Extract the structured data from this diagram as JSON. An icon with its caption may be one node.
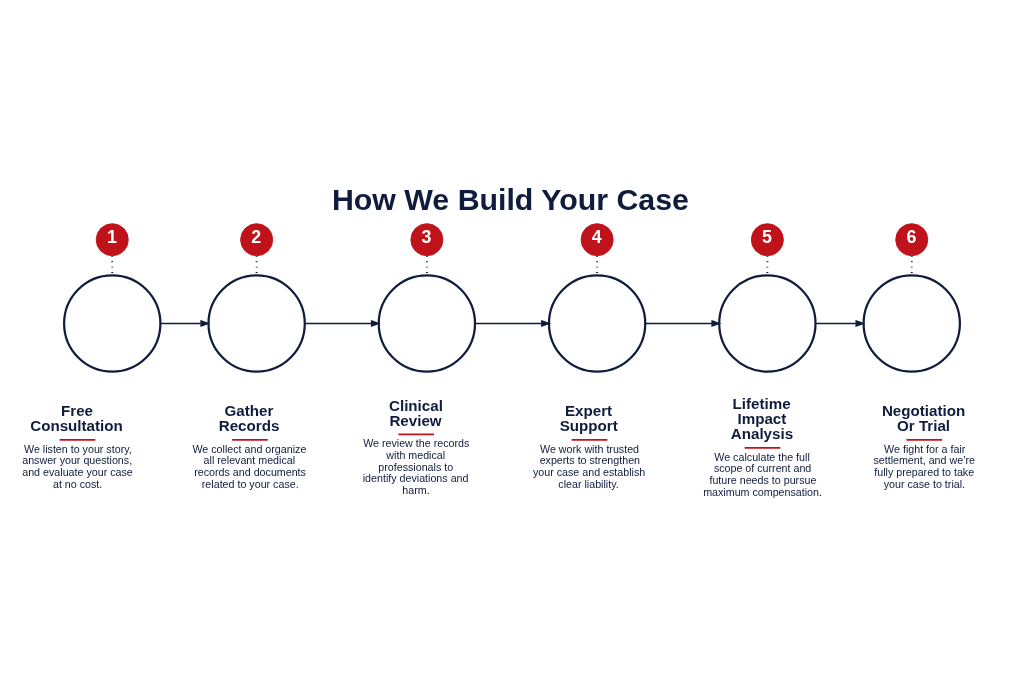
{
  "diagram": {
    "title": "How We Build Your Case",
    "nodes": [
      {
        "text": [
          "1"
        ]
      },
      {
        "text": [],
        "shape": "circle",
        "beside": [
          "Free Consultation",
          "We listen to your story, answer your questions, and evaluate your case at no cost."
        ]
      },
      {
        "text": [
          "2"
        ]
      },
      {
        "text": [],
        "shape": "circle",
        "beside": [
          "Gather Records",
          "We collect and organize all relevant medical records and documents related to your case."
        ]
      },
      {
        "text": [
          "3"
        ]
      },
      {
        "text": [],
        "shape": "circle",
        "beside": [
          "Clinical Review",
          "We review the records with medical professionals to identify deviations and harm."
        ]
      },
      {
        "text": [
          "4"
        ]
      },
      {
        "text": [],
        "shape": "circle",
        "beside": [
          "Expert Support",
          "We work with trusted experts to strengthen your case and establish clear liability."
        ]
      },
      {
        "text": [
          "5"
        ]
      },
      {
        "text": [],
        "shape": "circle",
        "beside": [
          "Lifetime Impact Analysis",
          "We calculate the full scope of current and future needs to pursue maximum compensation."
        ]
      },
      {
        "text": [
          "6"
        ]
      },
      {
        "text": [],
        "shape": "circle",
        "beside": [
          "Negotiation Or Trial",
          "We fight for a fair settlement, and we’re fully prepared to take your case to trial."
        ]
      }
    ],
    "edges": [
      {
        "from": 0,
        "to": 1,
        "arrow": "none",
        "style": "dashed"
      },
      {
        "from": 2,
        "to": 3,
        "arrow": "none",
        "style": "dashed"
      },
      {
        "from": 4,
        "to": 5,
        "arrow": "none",
        "style": "dashed"
      },
      {
        "from": 6,
        "to": 7,
        "arrow": "none",
        "style": "dashed"
      },
      {
        "from": 8,
        "to": 9,
        "arrow": "none",
        "style": "dashed"
      },
      {
        "from": 10,
        "to": 11,
        "arrow": "none",
        "style": "dashed"
      },
      {
        "from": 1,
        "to": 3,
        "arrow": "to"
      },
      {
        "from": 3,
        "to": 5,
        "arrow": "to"
      },
      {
        "from": 5,
        "to": 7,
        "arrow": "to"
      },
      {
        "from": 7,
        "to": 9,
        "arrow": "to"
      },
      {
        "from": 9,
        "to": 11,
        "arrow": "to"
      }
    ]
  }
}
